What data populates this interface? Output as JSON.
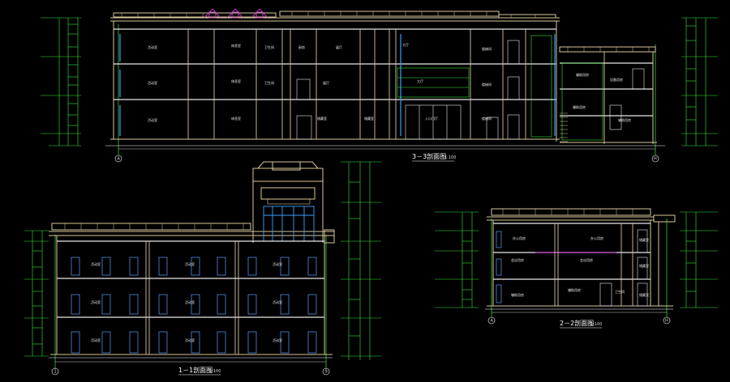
{
  "sections": {
    "s33": {
      "title": "3－3剖面图",
      "scale": "1:100",
      "axis_left": "A",
      "axis_right": "H",
      "rooms": [
        "活动室",
        "活动室",
        "活动室",
        "休息室",
        "休息室",
        "休息室",
        "卫生间",
        "卫生间",
        "厨房",
        "展厅",
        "展厅",
        "大厅",
        "大厅",
        "入口门厅",
        "储藏室",
        "储藏室",
        "楼梯间",
        "楼梯间",
        "楼梯间",
        "设备用房",
        "辅助用房",
        "辅助用房",
        "辅助用房"
      ]
    },
    "s11": {
      "title": "1－1剖面图",
      "scale": "1:100",
      "axis_left": "1",
      "axis_right": "9",
      "rooms": [
        "活动室",
        "活动室",
        "活动室",
        "活动室",
        "活动室",
        "活动室",
        "活动室",
        "活动室",
        "活动室"
      ]
    },
    "s22": {
      "title": "2－2剖面图",
      "scale": "1:100",
      "axis_left": "A",
      "axis_right": "H",
      "rooms": [
        "办公用房",
        "办公用房",
        "储藏室",
        "会议用房",
        "会议用房",
        "储藏室",
        "辅助用房",
        "辅助用房",
        "卫生间",
        "储藏室"
      ]
    }
  },
  "colors": {
    "wall": "#d8c69a",
    "axis": "#38e838",
    "dimension": "#ffffff",
    "glass": "#3aa0ff",
    "window": "#5aa0ff",
    "roof_accent": "#e040e0",
    "floor": "#e8e8e8"
  }
}
